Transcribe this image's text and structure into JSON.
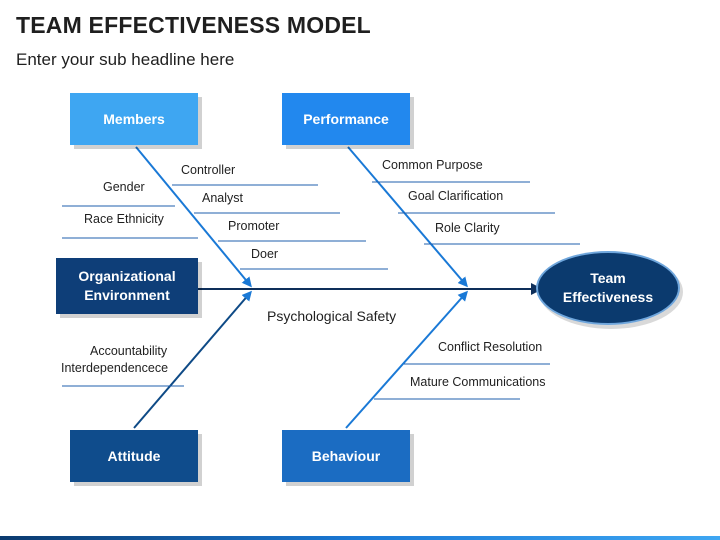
{
  "title": "TEAM EFFECTIVENESS MODEL",
  "subtitle": "Enter your sub headline here",
  "colors": {
    "light_blue": "#3ea6f2",
    "mid_blue": "#1a79d6",
    "dark_blue": "#0e4a86",
    "navy": "#0b3a6e",
    "line": "#1f5fae",
    "text": "#1f1f1f"
  },
  "boxes": {
    "members": "Members",
    "performance": "Performance",
    "organizational_environment": "Organizational Environment",
    "attitude": "Attitude",
    "behaviour": "Behaviour"
  },
  "outcome": "Team Effectiveness",
  "spine_label": "Psychological Safety",
  "members_labels": [
    "Gender",
    "Race Ethnicity",
    "Controller",
    "Analyst",
    "Promoter",
    "Doer"
  ],
  "performance_labels": [
    "Common Purpose",
    "Goal Clarification",
    "Role Clarity"
  ],
  "attitude_labels": [
    "Accountability",
    "Interdependencece"
  ],
  "behaviour_labels": [
    "Conflict Resolution",
    "Mature Communications"
  ]
}
